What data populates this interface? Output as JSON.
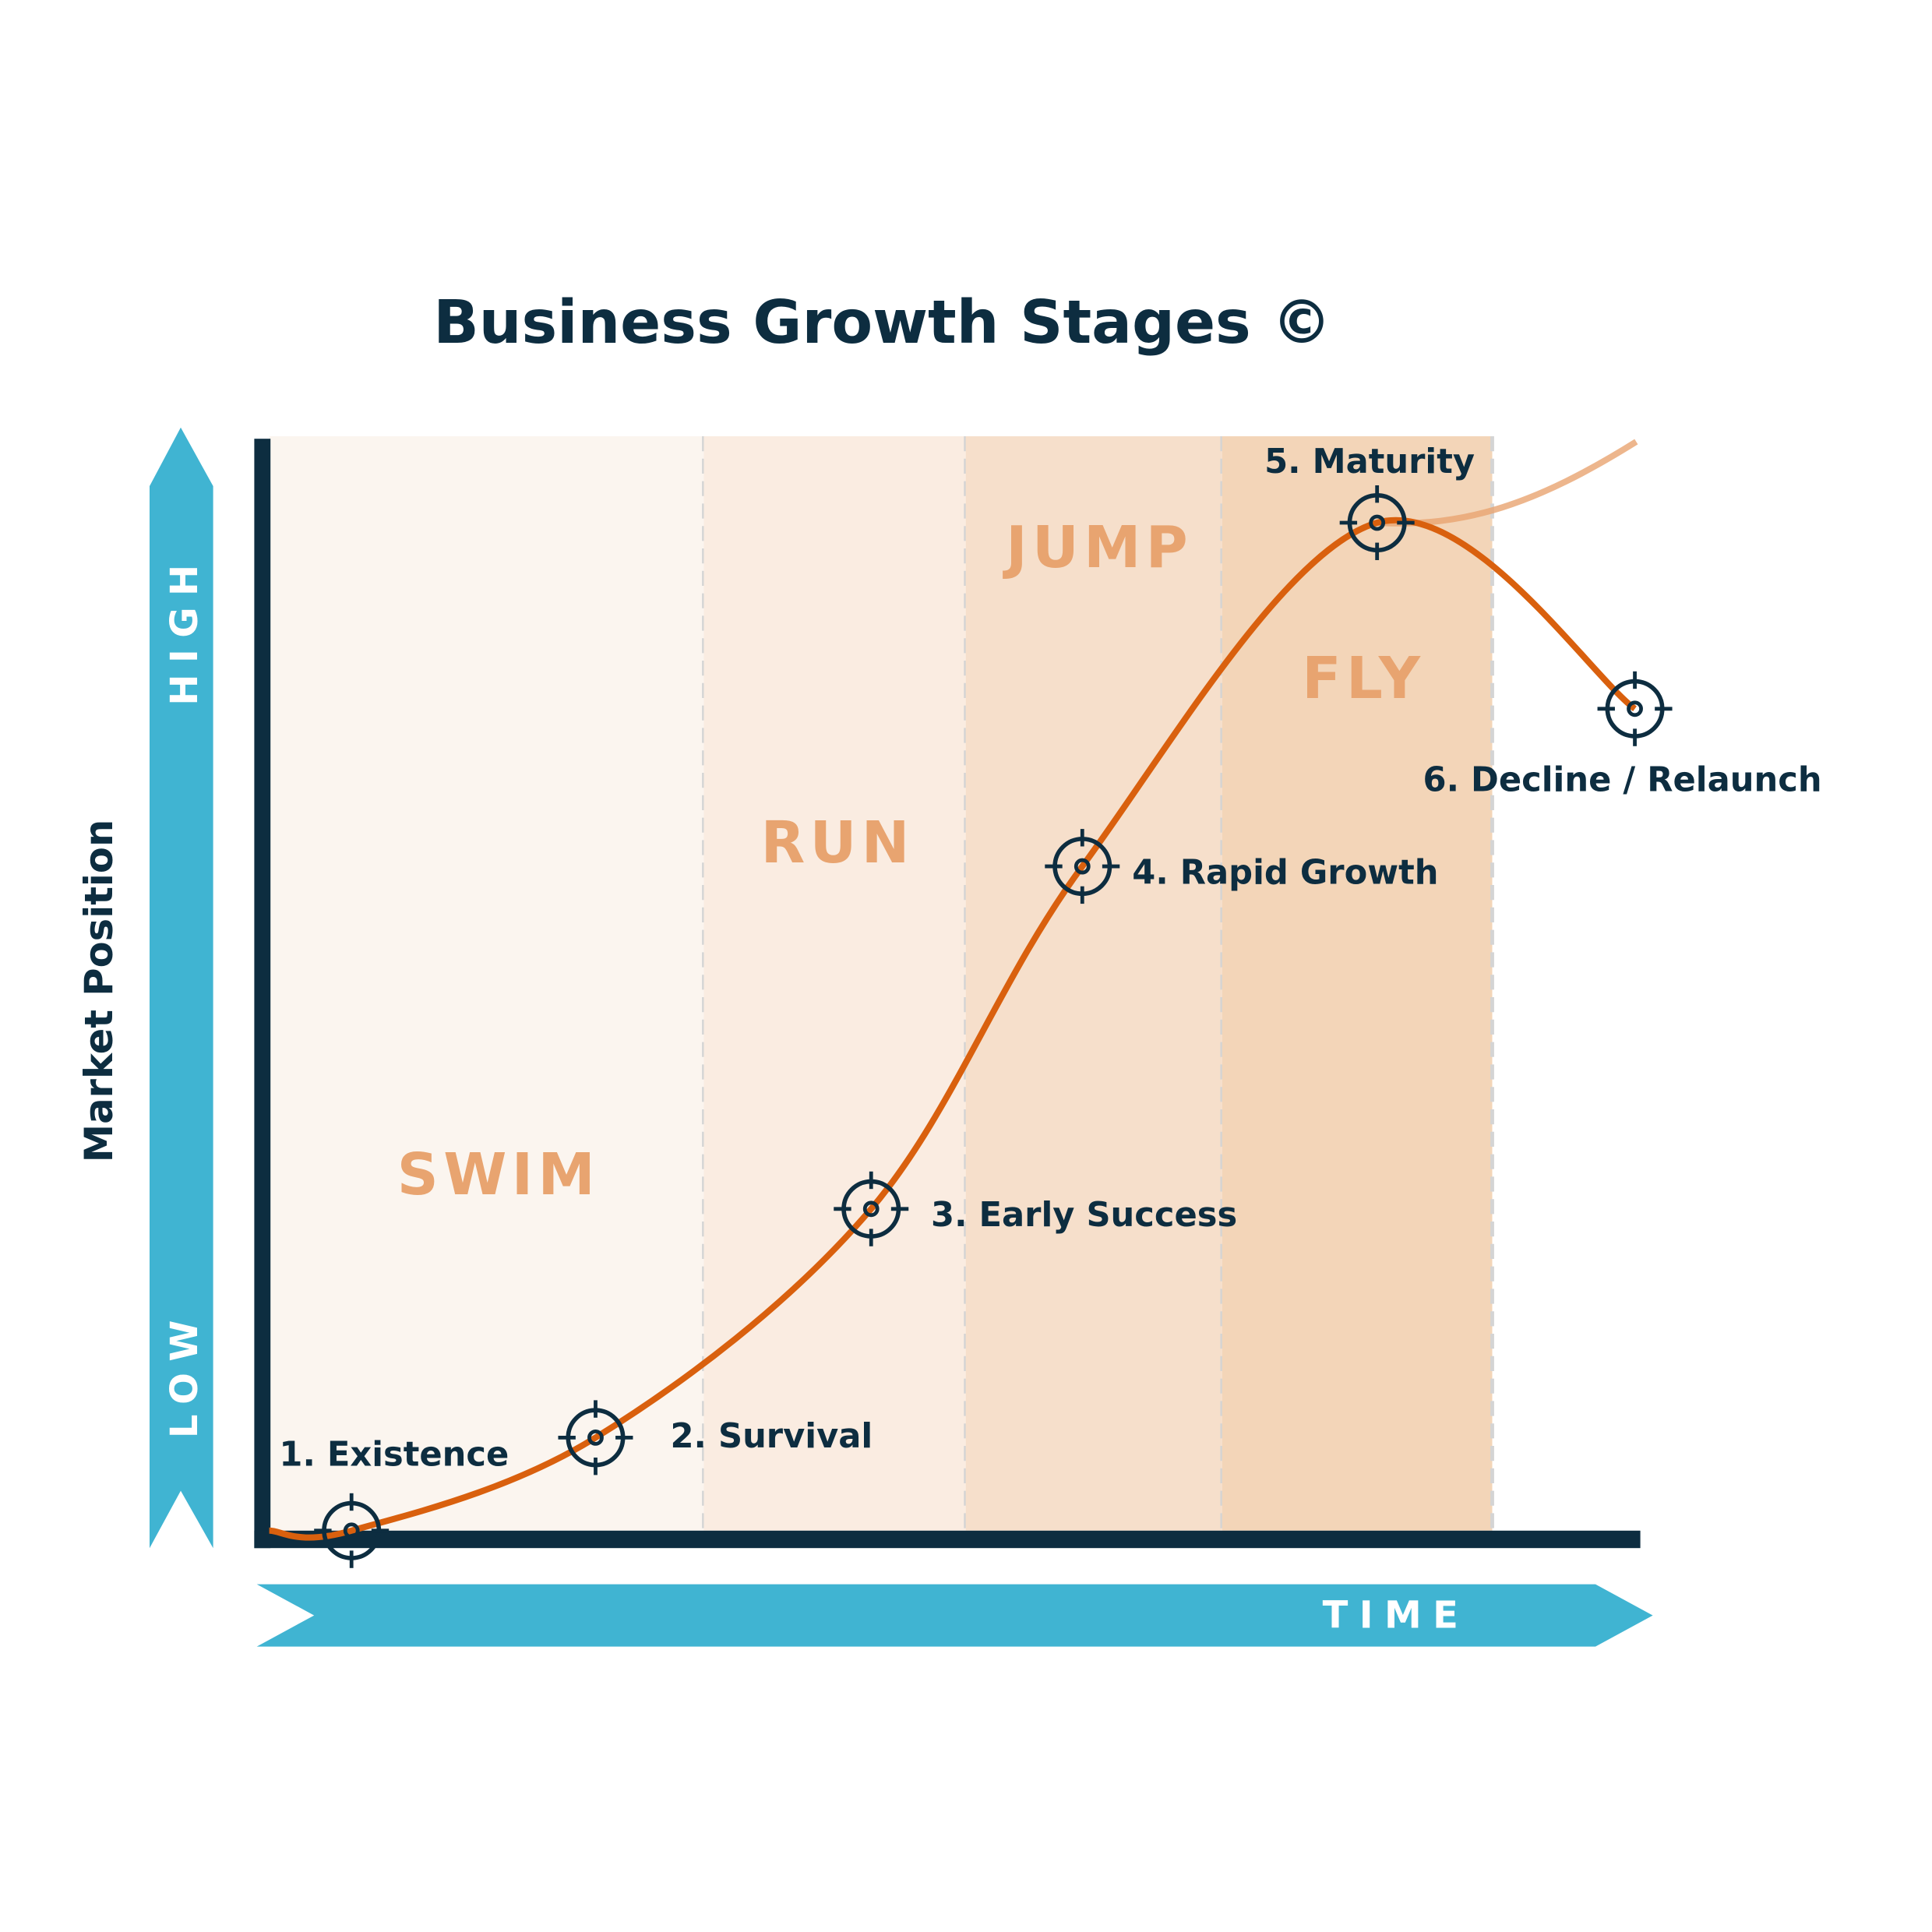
{
  "chart_data": {
    "type": "line",
    "title": "Business Growth Stages ©",
    "xlabel": "TIME",
    "ylabel": "Market Position",
    "y_axis_high": "HIGH",
    "y_axis_low": "LOW",
    "xlim": [
      0,
      100
    ],
    "ylim": [
      0,
      100
    ],
    "grid": false,
    "bands": [
      {
        "label": "SWIM",
        "start": 0,
        "end": 31.7,
        "color": "#fbf5ef"
      },
      {
        "label": "RUN",
        "start": 31.7,
        "end": 50.8,
        "color": "#faece1"
      },
      {
        "label": "JUMP",
        "start": 50.8,
        "end": 69.5,
        "color": "#f6dfcb"
      },
      {
        "label": "FLY",
        "start": 69.5,
        "end": 89.2,
        "color": "#f3d5b8"
      }
    ],
    "curve_start": {
      "x": 0,
      "y": 0
    },
    "stages": [
      {
        "label": "1. Existence",
        "x": 6.0,
        "y": 0
      },
      {
        "label": "2. Survival",
        "x": 23.8,
        "y": 8.5
      },
      {
        "label": "3. Early Success",
        "x": 43.9,
        "y": 29.4
      },
      {
        "label": "4. Rapid Growth",
        "x": 59.3,
        "y": 60.7
      },
      {
        "label": "5. Maturity",
        "x": 80.8,
        "y": 92.1
      },
      {
        "label": "6. Decline / Relaunch",
        "x": 99.6,
        "y": 75.1
      }
    ],
    "relaunch_end": {
      "x": 99.7,
      "y": 99.5
    },
    "colors": {
      "curve": "#d9600e",
      "axis": "#0d2d40",
      "arrow": "#40b4d2",
      "band_text": "#e8a470"
    }
  }
}
